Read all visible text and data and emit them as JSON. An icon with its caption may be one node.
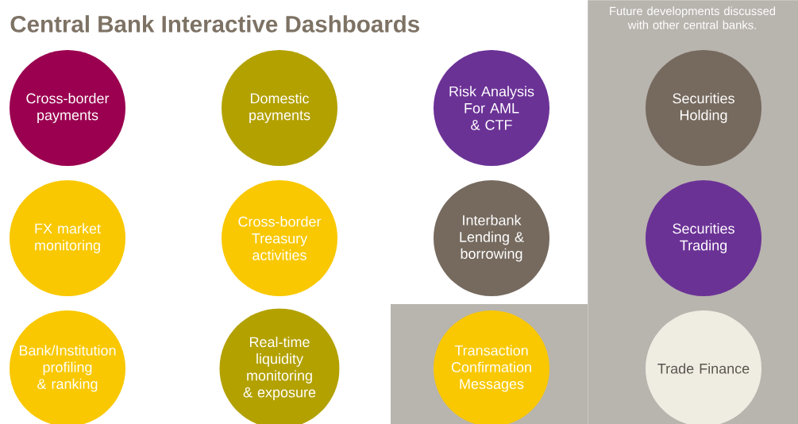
{
  "diagram": {
    "title": "Central Bank Interactive Dashboards",
    "nodes": [
      {
        "text": [
          "Cross-border payments"
        ]
      },
      {
        "text": [
          "Domestic payments"
        ]
      },
      {
        "text": [
          "Risk Analysis For AML & CTF"
        ]
      },
      {
        "text": [
          "Future developments discussed with other central banks."
        ]
      },
      {
        "text": [
          "Securities Holding"
        ],
        "in": 3
      },
      {
        "text": [
          "FX market monitoring"
        ]
      },
      {
        "text": [
          "Cross-border Treasury activities"
        ]
      },
      {
        "text": [
          "Interbank Lending & borrowing"
        ]
      },
      {
        "text": [
          "Securities Trading"
        ],
        "in": 3
      },
      {
        "text": [
          "Bank/Institution profiling & ranking"
        ]
      },
      {
        "text": [
          "Real-time liquidity monitoring & exposure"
        ]
      },
      {
        "text": [
          "Transaction Confirmation Messages"
        ]
      },
      {
        "text": [
          "Trade Finance"
        ],
        "in": 3
      }
    ]
  }
}
